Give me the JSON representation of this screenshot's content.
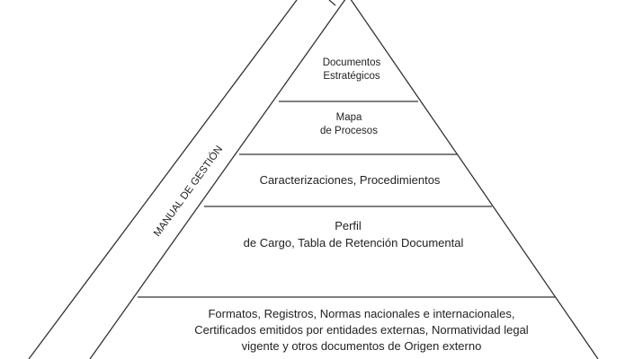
{
  "side_label": "MANUAL DE GESTIÓN",
  "levels": [
    {
      "lines": [
        "Documentos",
        "Estratégicos"
      ]
    },
    {
      "lines": [
        "Mapa",
        "de Procesos"
      ]
    },
    {
      "lines": [
        "Caracterizaciones, Procedimientos"
      ]
    },
    {
      "lines": [
        "Perfil",
        "de Cargo, Tabla de Retención Documental"
      ]
    },
    {
      "lines": [
        "Formatos, Registros, Normas nacionales e internacionales,",
        "Certificados emitidos por entidades externas, Normatividad legal",
        "vigente y otros documentos de Origen externo"
      ]
    }
  ]
}
